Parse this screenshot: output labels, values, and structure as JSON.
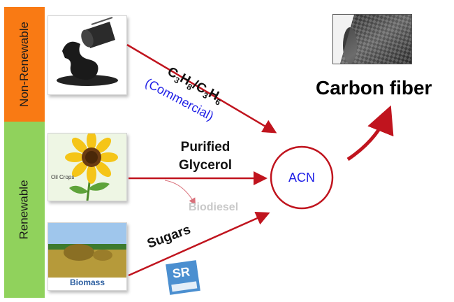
{
  "sources": {
    "nonrenewable_label": "Non-Renewable",
    "renewable_label": "Renewable"
  },
  "images": {
    "oil_crops_label": "Oil Crops",
    "biomass_label": "Biomass",
    "carbon_fiber_icon": "carbon-fiber-weave",
    "oil_icon": "oil-barrel-spill",
    "logo_icon": "southern-research-logo"
  },
  "labels": {
    "propane_main_1": "C",
    "propane_sub_1": "3",
    "propane_main_2": "H",
    "propane_sub_2": "8",
    "propane_sep": "/C",
    "propane_sub_3": "3",
    "propane_main_4": "H",
    "propane_sub_4": "6",
    "commercial": "(Commercial)",
    "glycerol_line1": "Purified",
    "glycerol_line2": "Glycerol",
    "biodiesel": "Biodiesel",
    "sugars": "Sugars",
    "acn": "ACN",
    "product": "Carbon fiber"
  },
  "colors": {
    "arrow": "#c0141e",
    "nonrenewable": "#f97a14",
    "renewable": "#90d25c",
    "commercial_text": "#1f1fe6"
  }
}
